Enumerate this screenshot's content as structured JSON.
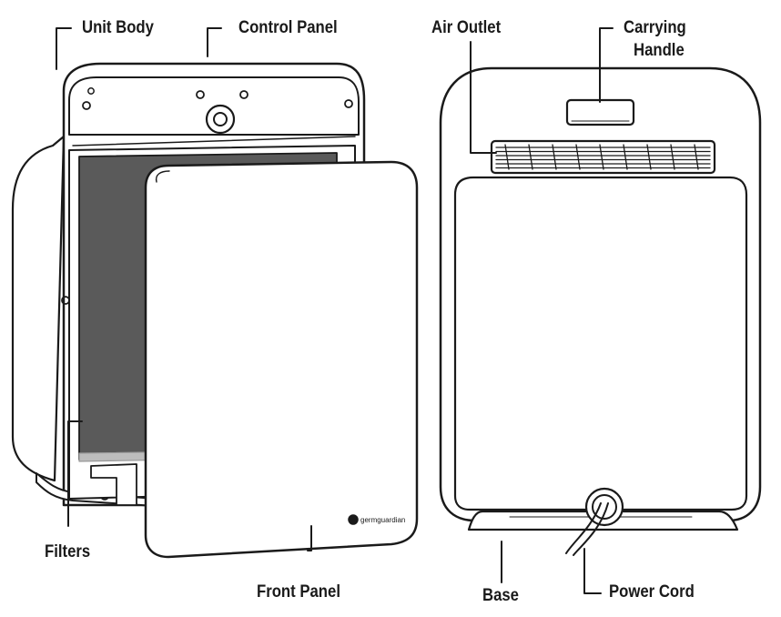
{
  "labels": {
    "unit_body": "Unit Body",
    "control_panel": "Control Panel",
    "filters": "Filters",
    "front_panel": "Front Panel",
    "air_outlet": "Air Outlet",
    "carrying_handle_line1": "Carrying",
    "carrying_handle_line2": "Handle",
    "base": "Base",
    "power_cord": "Power Cord"
  },
  "brand": {
    "logo_text": "germguardian"
  },
  "colors": {
    "line": "#1a1a1a",
    "filter_fill": "#5a5a5a",
    "body_fill": "#ffffff",
    "light_shade": "#e6e6e6"
  }
}
